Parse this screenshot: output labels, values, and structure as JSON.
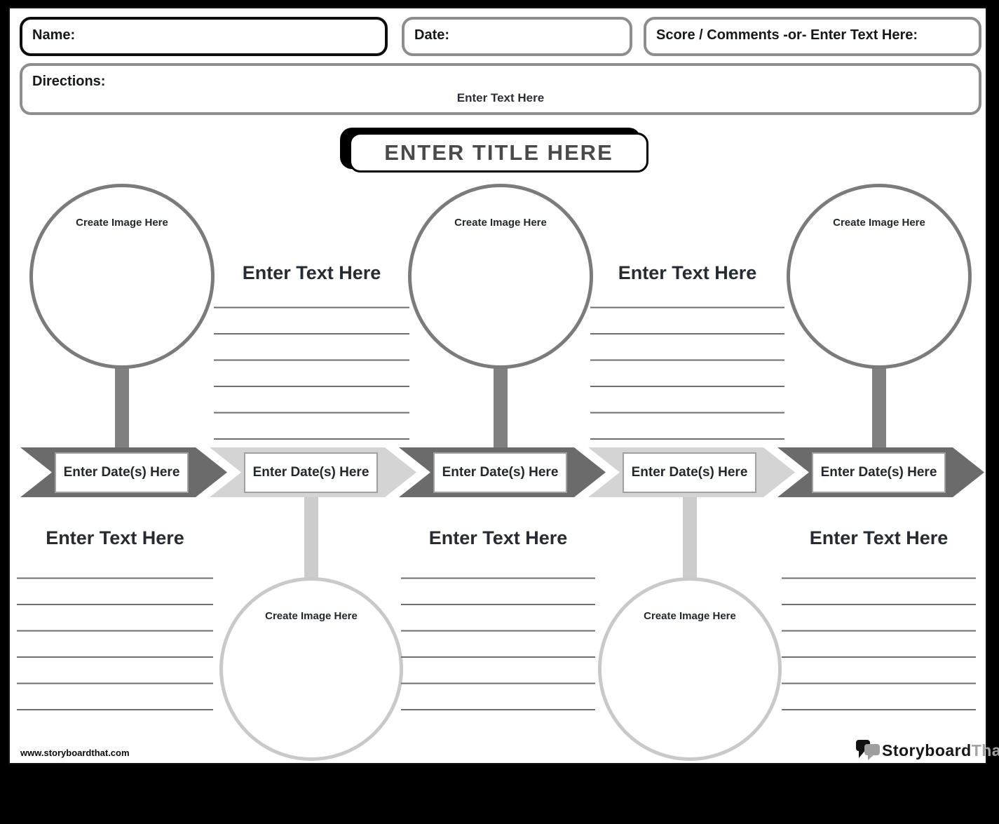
{
  "header": {
    "name_label": "Name:",
    "date_label": "Date:",
    "score_label": "Score / Comments -or- Enter Text Here:",
    "directions_label": "Directions:",
    "directions_text": "Enter Text Here"
  },
  "title": "ENTER TITLE HERE",
  "timeline": {
    "date_boxes": [
      "Enter Date(s) Here",
      "Enter Date(s) Here",
      "Enter Date(s) Here",
      "Enter Date(s) Here",
      "Enter Date(s) Here"
    ],
    "arrow_colors": [
      "#6b6b6b",
      "#d4d4d4",
      "#6b6b6b",
      "#d4d4d4",
      "#6b6b6b"
    ]
  },
  "circles": {
    "top": [
      {
        "label": "Create Image Here"
      },
      {
        "label": "Create Image Here"
      },
      {
        "label": "Create Image Here"
      }
    ],
    "bottom": [
      {
        "label": "Create Image Here"
      },
      {
        "label": "Create Image Here"
      }
    ]
  },
  "text_blocks": {
    "top": [
      {
        "heading": "Enter Text Here"
      },
      {
        "heading": "Enter Text Here"
      }
    ],
    "bottom": [
      {
        "heading": "Enter Text Here"
      },
      {
        "heading": "Enter Text Here"
      },
      {
        "heading": "Enter Text Here"
      }
    ]
  },
  "footer": {
    "url": "www.storyboardthat.com",
    "logo_part1": "Storyboard",
    "logo_part2": "That"
  },
  "colors": {
    "arrow_dark": "#6b6b6b",
    "arrow_light": "#d4d4d4",
    "stem_dark": "#808080",
    "stem_light": "#cccccc",
    "circle_border_dark": "#7b7b7b",
    "circle_border_light": "#c9c9c9",
    "ruled_line": "#6e6e6e",
    "heading_text": "#272c33",
    "title_text": "#4a4a4a"
  }
}
